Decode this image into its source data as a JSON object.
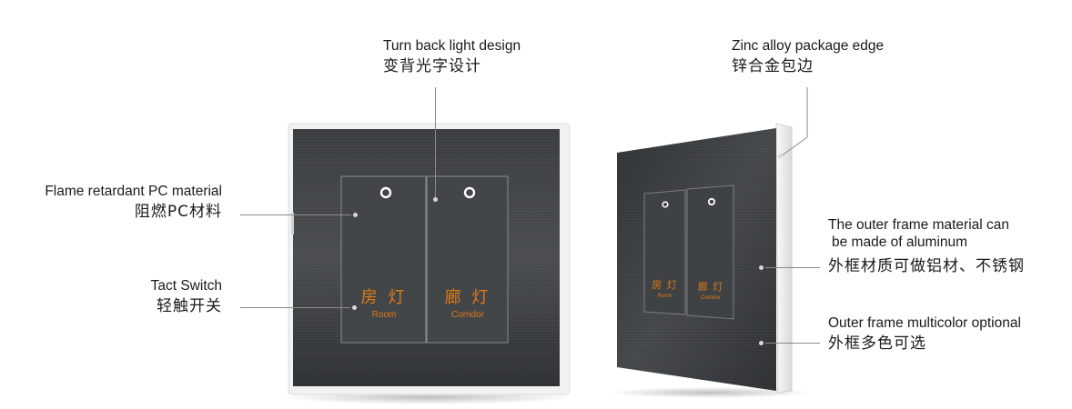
{
  "callouts": {
    "backlight": {
      "en": "Turn back light design",
      "zh": "变背光字设计"
    },
    "zinc_edge": {
      "en": "Zinc alloy package edge",
      "zh": "锌合金包边"
    },
    "flame": {
      "en": "Flame retardant PC material",
      "zh": "阻燃PC材料"
    },
    "tact": {
      "en": "Tact Switch",
      "zh": "轻触开关"
    },
    "outer_material": {
      "en_line1": "The outer frame material can",
      "en_line2": "be made of aluminum",
      "zh": "外框材质可做铝材、不锈钢"
    },
    "outer_color": {
      "en": "Outer frame multicolor optional",
      "zh": "外框多色可选"
    }
  },
  "switch_left": {
    "zh": "房 灯",
    "en": "Room"
  },
  "switch_right": {
    "zh": "廊 灯",
    "en": "Corridor"
  },
  "colors": {
    "panel": "#3a3d3f",
    "panel_dark": "#2b2e30",
    "frame": "#e9e9e9",
    "backlight": "#e07a16"
  }
}
